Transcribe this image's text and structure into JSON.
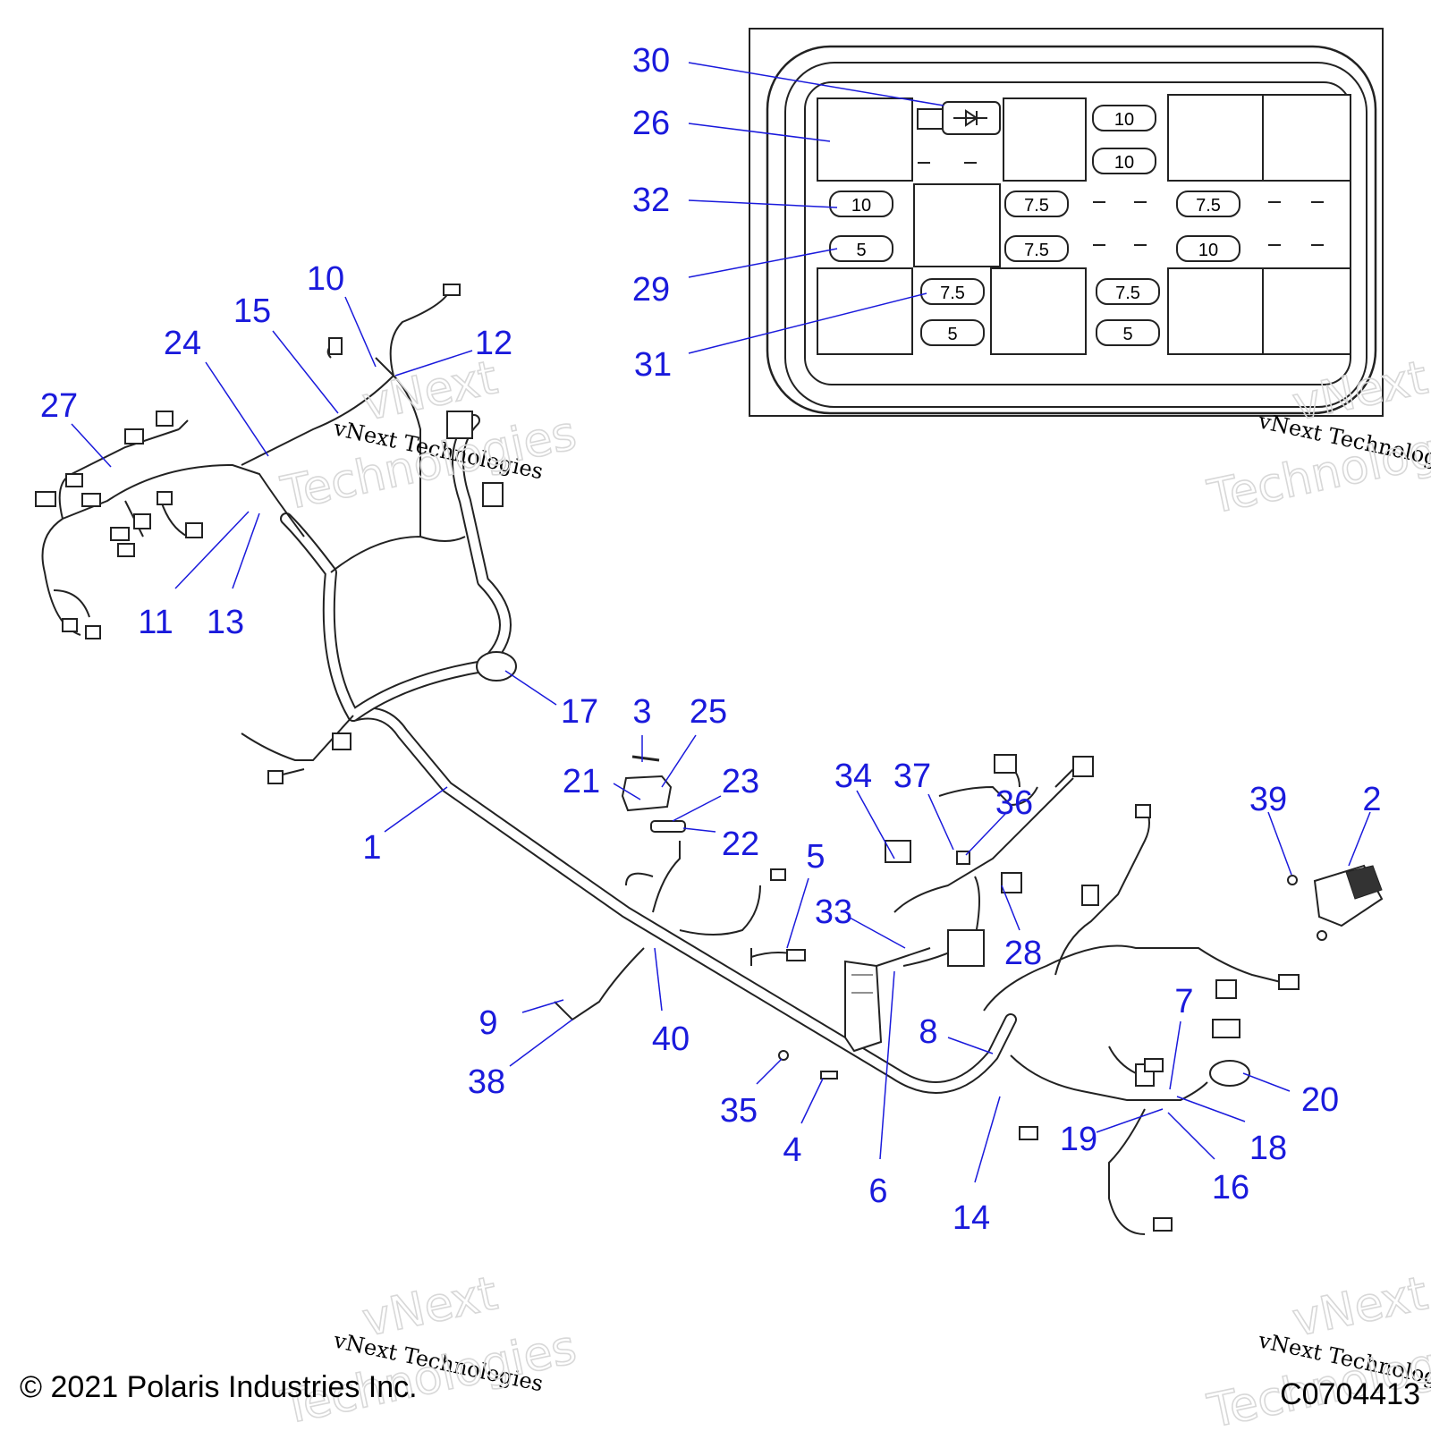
{
  "diagram": {
    "callouts": [
      "30",
      "26",
      "32",
      "29",
      "31",
      "10",
      "12",
      "15",
      "24",
      "27",
      "11",
      "13",
      "17",
      "3",
      "25",
      "21",
      "23",
      "22",
      "1",
      "34",
      "37",
      "36",
      "5",
      "33",
      "28",
      "39",
      "2",
      "9",
      "40",
      "38",
      "8",
      "7",
      "20",
      "35",
      "4",
      "6",
      "14",
      "19",
      "18",
      "16"
    ],
    "fuse_labels": [
      "10",
      "10",
      "10",
      "7.5",
      "7.5",
      "7.5",
      "10",
      "5",
      "7.5",
      "7.5",
      "5",
      "5"
    ],
    "watermark": [
      "vNext Technologies",
      "vNext",
      "Technologies",
      "vNext Technologies",
      "vNext",
      "Technologies",
      "vNext Technologies",
      "vNext",
      "Technologies",
      "vNext Technologies",
      "vNext",
      "Technologies"
    ],
    "copyright": "© 2021 Polaris Industries Inc.",
    "code": "C0704413",
    "colors": {
      "callout": "#1a1adc",
      "line": "#222222"
    }
  }
}
